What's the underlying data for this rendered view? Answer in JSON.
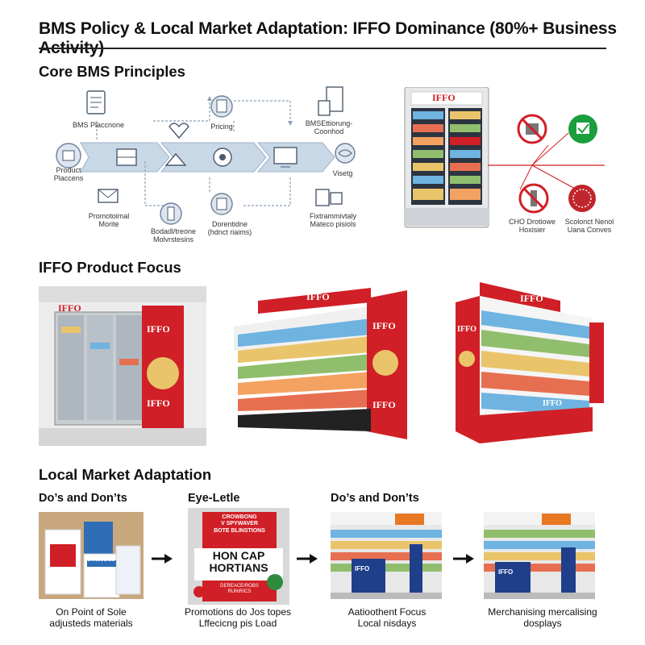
{
  "title": "BMS Policy & Local Market Adaptation: IFFO Dominance (80%+ Business Activity)",
  "sections": {
    "core": "Core BMS Principles",
    "product": "IFFO Product Focus",
    "local": "Local Market Adaptation"
  },
  "diagram": {
    "labels": {
      "bms_placement": "BMS Placcnone",
      "pricing": "Pricing",
      "bms_eff": "BMSEttiorung-\nCoonhod",
      "product_placement": "Product\nPlaccens",
      "viseing": "Visetg",
      "promotional": "Promotoimal\nMorite",
      "bodad": "Bodadl/treone\nMolvrstesins",
      "dorentie": "Dorentidne\n(hdnct riaims)",
      "fixtr": "Fixtrammivtaly\nMateco pisiols"
    }
  },
  "fridge_logo": "IFFO",
  "policy_icons": {
    "label_left": "CHO Drotiowe\nHoxisier",
    "label_right": "Scolonct Nenol\nUana Conves"
  },
  "product_focus": {
    "brand": "IFFO"
  },
  "local": {
    "steps": [
      {
        "heading": "Do’s and Don’ts",
        "caption": "On Point of Sole\nadjusteds materials"
      },
      {
        "heading": "Eye-Letle",
        "caption": "Promotions do Jos topes\nLffecicng pis Load"
      },
      {
        "heading": "Do’s and Don’ts",
        "caption": "Aatioothent Focus\nLocal nisdays"
      },
      {
        "heading": "",
        "caption": "Merchanising mercalising\ndosplays"
      }
    ],
    "poster": {
      "line1": "CROWBONG",
      "line2": "V SPYWAVER",
      "line3": "BOTE BLINSTIONS",
      "line4": "HON CAP",
      "line5": "HORTIANS",
      "line6": "DEREACE/ROBS",
      "line7": "RUNIRICS"
    },
    "flyer_brand": "Ionilsculus",
    "fridge_small_brand": "IFFO"
  },
  "colors": {
    "accent_red": "#d01f26",
    "diagram_blue": "#c9d8e6",
    "connector": "#8aa0b8"
  },
  "icons": {
    "prohibited": "no-sign-icon",
    "approved": "check-icon",
    "arrow": "right-arrow-icon"
  }
}
